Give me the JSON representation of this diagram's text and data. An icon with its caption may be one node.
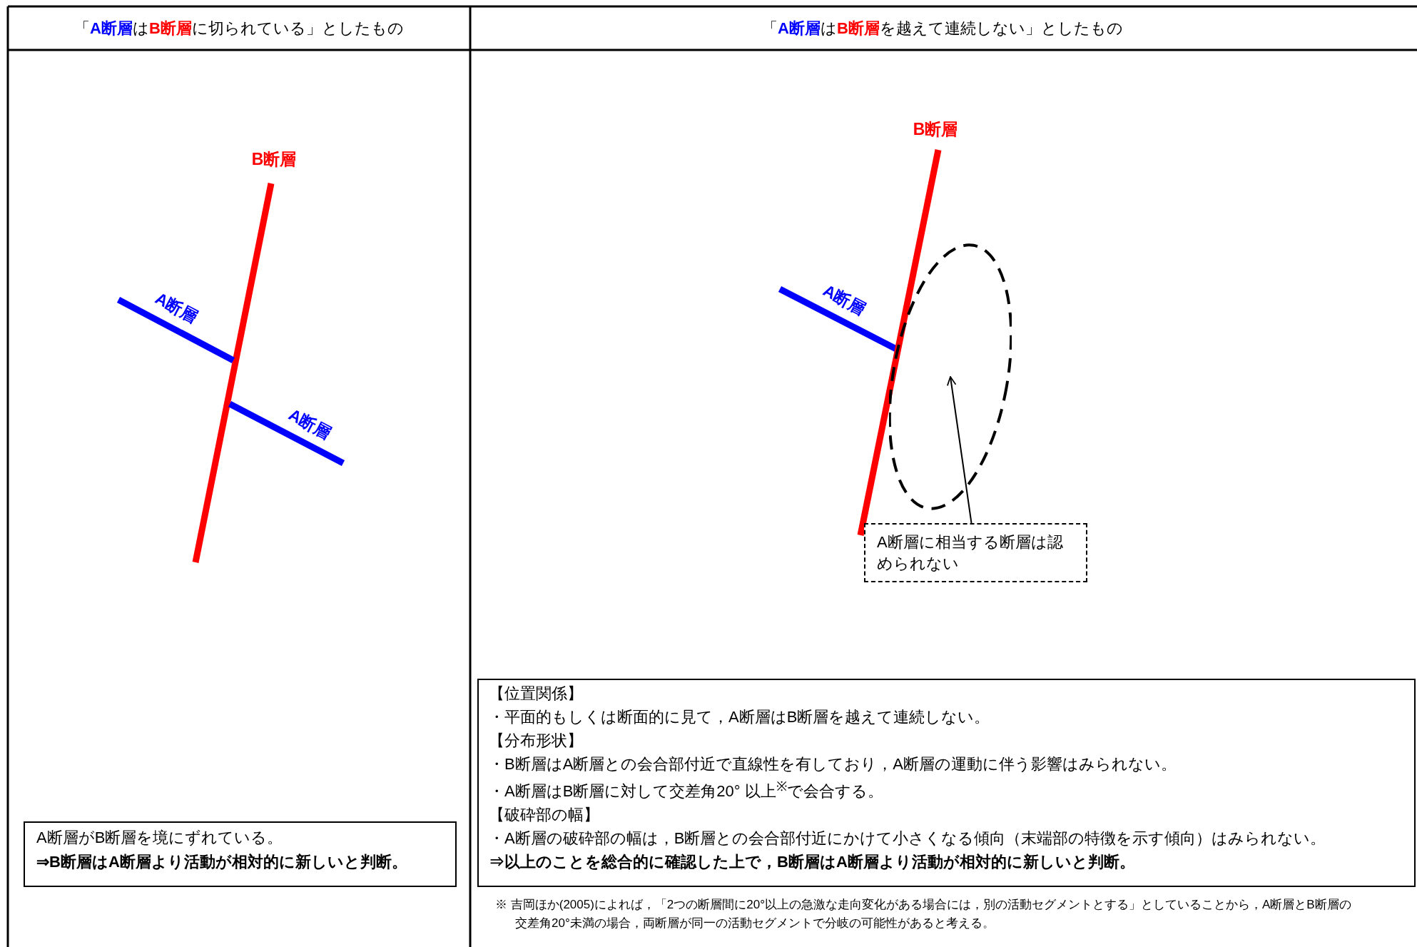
{
  "diagram": {
    "nodes": [
      {
        "text": [],
        "shape": "ellipse"
      },
      {
        "text": [
          "A断層に相当する断層は認められない"
        ]
      },
      {
        "text": [
          "A断層がB断層を境にずれている。",
          "⇒B断層はA断層より活動が相対的に新しいと判断。"
        ]
      },
      {
        "text": [
          "【位置関係】",
          "・平面的もしくは断面的に見て，A断層はB断層を越えて連続しない。",
          "【分布形状】",
          "・B断層はA断層との会合部付近で直線性を有しており，A断層の運動に伴う影響はみられない。",
          "・A断層はB断層に対して交差角20° 以上$^{※}$で会合する。",
          "【破砕部の幅】",
          "・A断層の破砕部の幅は，B断層との会合部付近にかけて小さくなる傾向（末端部の特徴を示す傾向）はみられない。",
          "⇒以上のことを総合的に確認した上で，B断層はA断層より活動が相対的に新しいと判断。"
        ]
      }
    ],
    "edges": [
      {
        "from": 1,
        "to": 0,
        "arrow": "to"
      }
    ],
    "labels": [
      "「**A断層**は**B断層**に切られている」としたもの",
      "「**A断層**は**B断層**を越えて連続しない」としたもの",
      "B断層",
      "A断層",
      "A断層",
      "B断層",
      "A断層",
      "※ 吉岡ほか(2005)によれば，「2つの断層間に20°以上の急激な走向変化がある場合には，別の活動セグメントとする」としていることから，A断層とB断層の交差角20°未満の場合，両断層が同一の活動セグメントで分岐の可能性があると考える。"
    ]
  }
}
